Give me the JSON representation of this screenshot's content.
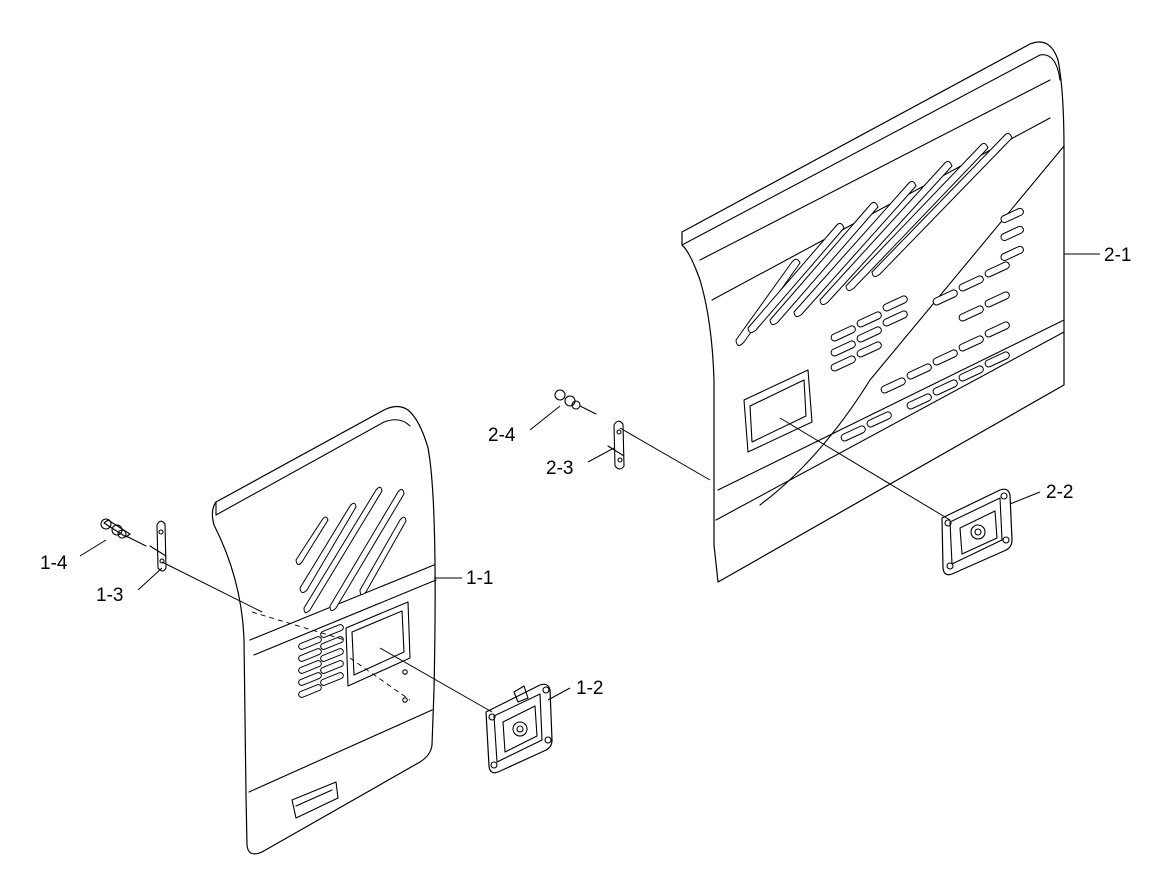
{
  "diagram": {
    "callouts": {
      "c1_1": "1-1",
      "c1_2": "1-2",
      "c1_3": "1-3",
      "c1_4": "1-4",
      "c2_1": "2-1",
      "c2_2": "2-2",
      "c2_3": "2-3",
      "c2_4": "2-4"
    }
  }
}
